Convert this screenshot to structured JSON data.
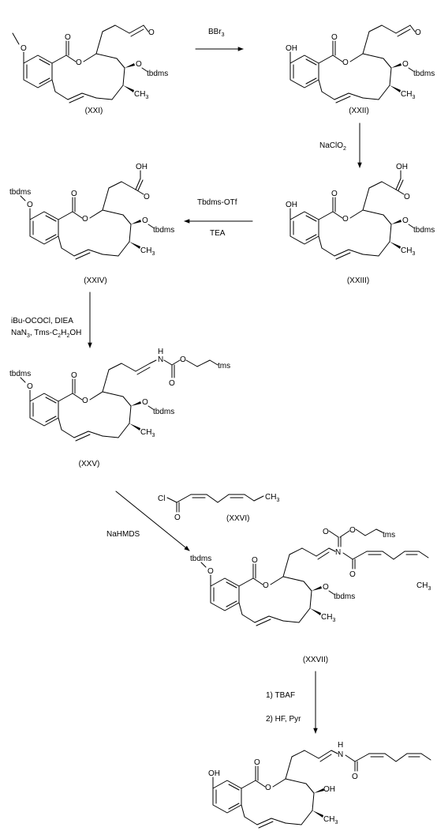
{
  "compounds": [
    {
      "id": "XXI",
      "label": "(XXI)",
      "phenol": "O",
      "methyl": "CH3",
      "substituents": {
        "left": "OMe"
      }
    },
    {
      "id": "XXII",
      "label": "(XXII)",
      "phenol": "OH"
    },
    {
      "id": "XXIII",
      "label": "(XXIII)",
      "phenol": "OH"
    },
    {
      "id": "XXIV",
      "label": "(XXIV)",
      "phenol_silyl": "tbdms"
    },
    {
      "id": "XXV",
      "label": "(XXV)",
      "phenol_silyl": "tbdms"
    },
    {
      "id": "XXVI",
      "label": "(XXVI)"
    },
    {
      "id": "XXVII",
      "label": "(XXVII)",
      "phenol_silyl": "tbdms"
    },
    {
      "id": "final",
      "label": ""
    }
  ],
  "atoms": {
    "O": "O",
    "OH": "OH",
    "tbdms": "tbdms",
    "CH3": "CH",
    "CH3_sub": "3",
    "N": "N",
    "H": "H",
    "tms": "tms",
    "Cl": "Cl"
  },
  "reagents": {
    "step1": "BBr",
    "step1_sub": "3",
    "step2": "NaClO",
    "step2_sub": "2",
    "step3_line1": "Tbdms-OTf",
    "step3_line2": "TEA",
    "step4_line1": "iBu-OCOCl, DIEA",
    "step4_line2a": "NaN",
    "step4_line2a_sub": "3",
    "step4_line2b": ", Tms-C",
    "step4_line2b_sub": "2",
    "step4_line2c": "H",
    "step4_line2c_sub": "2",
    "step4_line2d": "OH",
    "step5": "NaHMDS",
    "step6_line1": "1) TBAF",
    "step6_line2": "2) HF, Pyr"
  }
}
